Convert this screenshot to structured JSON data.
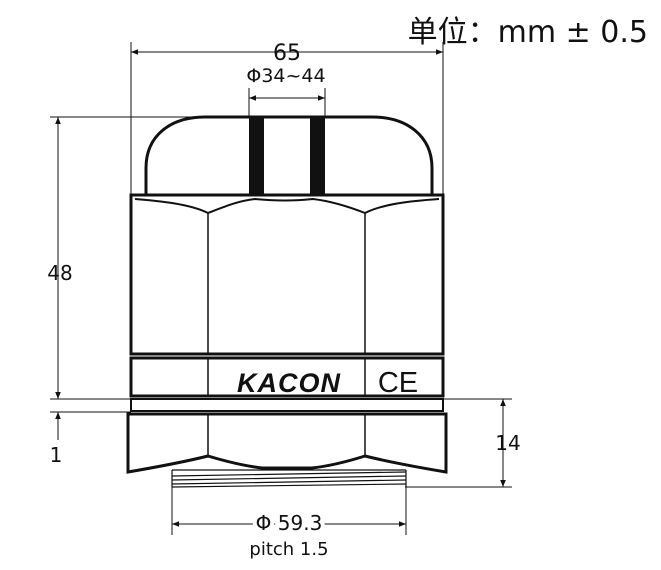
{
  "unit_note": "单位：mm ± 0.5",
  "dimensions": {
    "overall_width": "65",
    "cable_range": "Φ34~44",
    "height": "48",
    "lower_gap": "1",
    "thread_length": "14",
    "thread_diameter": "Φ 59.3",
    "thread_pitch": "pitch 1.5"
  },
  "logo": {
    "brand": "KACON",
    "mark": "CE"
  },
  "colors": {
    "line": "#111111",
    "background": "#ffffff"
  }
}
